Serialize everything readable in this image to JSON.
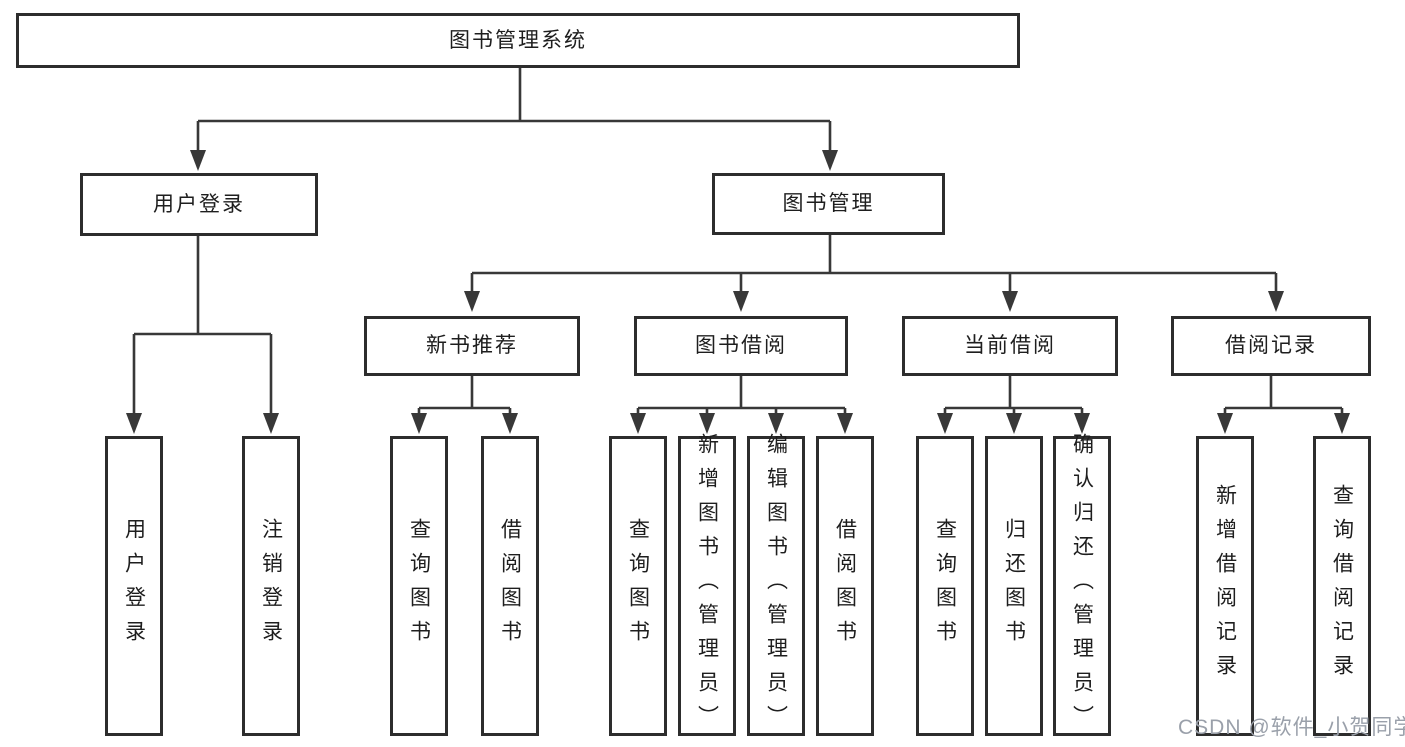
{
  "tree": {
    "root": {
      "label": "图书管理系统"
    },
    "branches": [
      {
        "label": "用户登录",
        "children": [
          "用户登录",
          "注销登录"
        ]
      },
      {
        "label": "图书管理",
        "groups": [
          {
            "label": "新书推荐",
            "children": [
              "查询图书",
              "借阅图书"
            ]
          },
          {
            "label": "图书借阅",
            "children": [
              "查询图书",
              "新增图书（管理员）",
              "编辑图书（管理员）",
              "借阅图书"
            ]
          },
          {
            "label": "当前借阅",
            "children": [
              "查询图书",
              "归还图书",
              "确认归还（管理员）"
            ]
          },
          {
            "label": "借阅记录",
            "children": [
              "新增借阅记录",
              "查询借阅记录"
            ]
          }
        ]
      }
    ]
  },
  "watermark": {
    "text": "CSDN @软件_小贺同学",
    "color": "#9aa0aa"
  },
  "colors": {
    "background": "#ffffff",
    "box_border": "#2d2d2d",
    "connector_line": "#383838",
    "text": "#1e1e1e"
  }
}
